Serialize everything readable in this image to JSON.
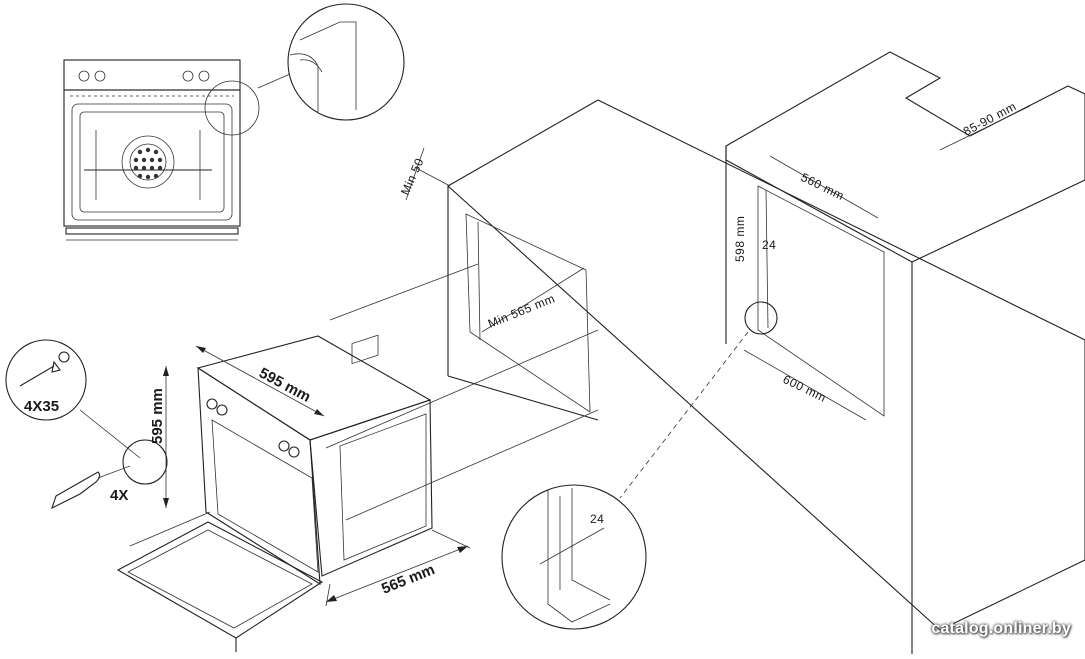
{
  "labels": {
    "screw": "4X35",
    "screw_count": "4X",
    "oven_width": "595 mm",
    "oven_height": "595 mm",
    "oven_depth": "565 mm",
    "min_gap_top": "Min 50",
    "min_depth": "Min 565 mm",
    "niche_width": "560 mm",
    "niche_height": "598 mm",
    "niche_depth": "600 mm",
    "vent_range": "85-90 mm",
    "panel_offset": "24",
    "detail_offset": "24"
  },
  "watermark": "catalog.onliner.by"
}
